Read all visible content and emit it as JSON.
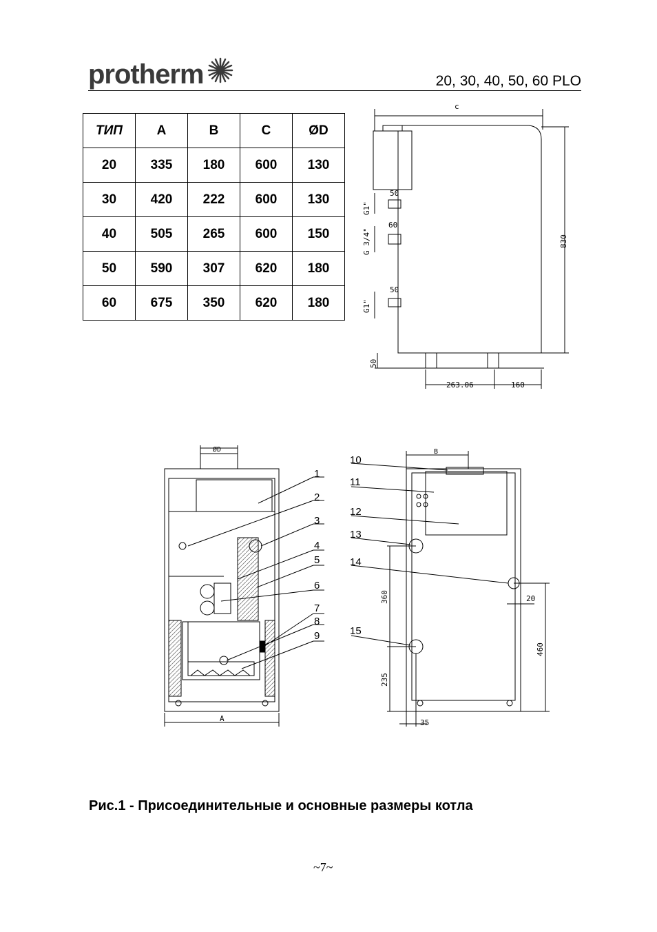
{
  "header": {
    "logo_text": "protherm",
    "models": "20, 30, 40, 50, 60  PLO"
  },
  "table": {
    "headers": [
      "ТИП",
      "A",
      "B",
      "C",
      "ØD"
    ],
    "rows": [
      [
        "20",
        "335",
        "180",
        "600",
        "130"
      ],
      [
        "30",
        "420",
        "222",
        "600",
        "130"
      ],
      [
        "40",
        "505",
        "265",
        "600",
        "150"
      ],
      [
        "50",
        "590",
        "307",
        "620",
        "180"
      ],
      [
        "60",
        "675",
        "350",
        "620",
        "180"
      ]
    ]
  },
  "side_view": {
    "top_dim": "c",
    "height_dim": "830",
    "pipe1_offset": "50",
    "pipe1_thread": "G1\"",
    "pipe2_offset": "60",
    "pipe2_thread": "G 3/4\"",
    "pipe3_offset": "50",
    "pipe3_thread": "G1\"",
    "foot_dim": "50",
    "bottom_dim_1": "263.06",
    "bottom_dim_2": "160"
  },
  "front_view": {
    "top_dim": "ØD",
    "bottom_dim": "A",
    "callouts": [
      "1",
      "2",
      "3",
      "4",
      "5",
      "6",
      "7",
      "8",
      "9"
    ]
  },
  "back_view": {
    "top_dim": "B",
    "callouts": [
      "10",
      "11",
      "12",
      "13",
      "14",
      "15"
    ],
    "dim_360": "360",
    "dim_235": "235",
    "dim_460": "460",
    "dim_20": "20",
    "dim_35": "35"
  },
  "caption": "Рис.1 - Присоединительные и основные размеры котла",
  "page_number": "~7~"
}
